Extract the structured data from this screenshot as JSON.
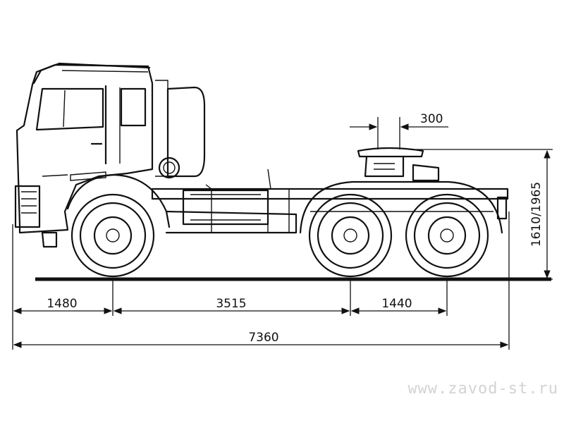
{
  "diagram": {
    "dimensions": {
      "front_overhang": "1480",
      "wheelbase_first": "3515",
      "wheelbase_second": "1440",
      "overall_length": "7360",
      "coupling_offset": "300",
      "height": "1610/1965"
    },
    "watermark": "www.zavod-st.ru"
  }
}
